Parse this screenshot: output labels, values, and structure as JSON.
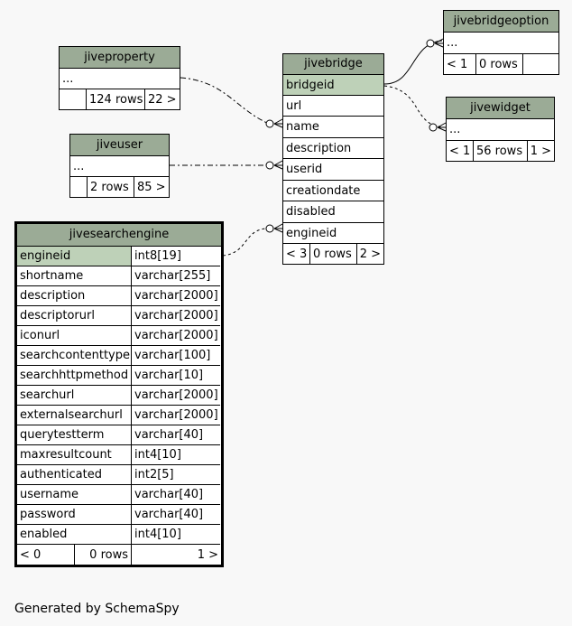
{
  "tables": {
    "jivebridgeoption": {
      "name": "jivebridgeoption",
      "row": "...",
      "footer": [
        "< 1",
        "0 rows",
        ""
      ]
    },
    "jiveproperty": {
      "name": "jiveproperty",
      "row": "...",
      "footer": [
        "",
        "124 rows",
        "22 >"
      ]
    },
    "jivebridge": {
      "name": "jivebridge",
      "columns": [
        "bridgeid",
        "url",
        "name",
        "description",
        "userid",
        "creationdate",
        "disabled",
        "engineid"
      ],
      "footer": [
        "< 3",
        "0 rows",
        "2 >"
      ]
    },
    "jivewidget": {
      "name": "jivewidget",
      "row": "...",
      "footer": [
        "< 1",
        "56 rows",
        "1 >"
      ]
    },
    "jiveuser": {
      "name": "jiveuser",
      "row": "...",
      "footer": [
        "",
        "2 rows",
        "85 >"
      ]
    },
    "jivesearchengine": {
      "name": "jivesearchengine",
      "columns": [
        {
          "name": "engineid",
          "type": "int8[19]"
        },
        {
          "name": "shortname",
          "type": "varchar[255]"
        },
        {
          "name": "description",
          "type": "varchar[2000]"
        },
        {
          "name": "descriptorurl",
          "type": "varchar[2000]"
        },
        {
          "name": "iconurl",
          "type": "varchar[2000]"
        },
        {
          "name": "searchcontenttype",
          "type": "varchar[100]"
        },
        {
          "name": "searchhttpmethod",
          "type": "varchar[10]"
        },
        {
          "name": "searchurl",
          "type": "varchar[2000]"
        },
        {
          "name": "externalsearchurl",
          "type": "varchar[2000]"
        },
        {
          "name": "querytestterm",
          "type": "varchar[40]"
        },
        {
          "name": "maxresultcount",
          "type": "int4[10]"
        },
        {
          "name": "authenticated",
          "type": "int2[5]"
        },
        {
          "name": "username",
          "type": "varchar[40]"
        },
        {
          "name": "password",
          "type": "varchar[40]"
        },
        {
          "name": "enabled",
          "type": "int4[10]"
        }
      ],
      "footer": [
        "< 0",
        "0 rows",
        "1 >"
      ]
    }
  },
  "footer_text": "Generated by SchemaSpy"
}
